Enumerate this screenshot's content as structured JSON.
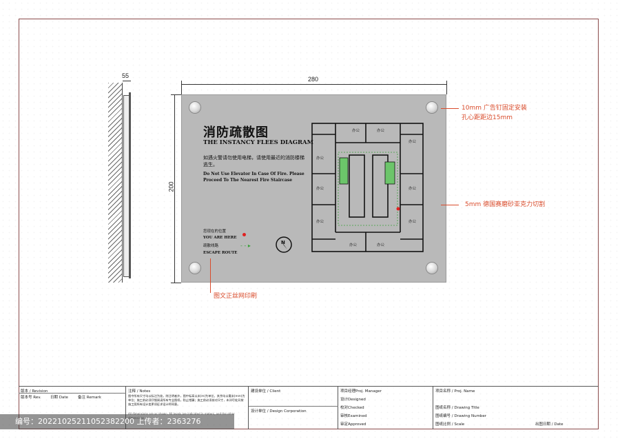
{
  "dimensions": {
    "side_width": "55",
    "panel_width": "280",
    "panel_height": "200"
  },
  "annotations": {
    "screw_line1": "10mm 广告钉固定安装",
    "screw_line2": "孔心距距边15mm",
    "acrylic": "5mm 德国赛磨砂亚克力切割",
    "print": "图文正丝网印刷"
  },
  "sign": {
    "title_cn": "消防疏散图",
    "title_en": "THE INSTANCY FLEES DIAGRAM",
    "warning_cn": "如遇火警请勿使用电梯，请使用最近的消防楼梯逃生。",
    "warning_en": "Do Not Use Elevator In Case Of Fire. Please Proceed To The Nearest Fire Staircase",
    "legend": {
      "here_cn": "您现在的位置",
      "here_en": "YOU ARE HERE",
      "route_cn": "疏散线路",
      "route_en": "ESCAPE ROUTE"
    },
    "rooms": [
      "办公",
      "办公",
      "办公",
      "办公",
      "办公",
      "办公",
      "办公",
      "办公",
      "办公",
      "办公"
    ],
    "compass": "N"
  },
  "title_block": {
    "revision": "版本 / Revision",
    "rev": "版本号 Rev.",
    "date": "日期 Date",
    "remark": "备注 Remark",
    "notes": "注释 / Notes",
    "notes_text": "图中所有尺寸均以标注为准，除注明者外，图中标高以米(m)为单位，其余均以毫米(mm)为单位；施工前必须仔细阅读所有专业图纸，防止错漏；施工前必须核对尺寸，未详尽处另按施工图所有设计变更须征求设计师同意。",
    "notes_en": "All dimensions are as shown. All levels are indicated in meters, and the other dimensions",
    "client": "建设单位 / Client",
    "design_corp": "设计单位 / Design Corporation",
    "proj_manager": "项目经理Proj. Manager",
    "designed": "设计Designed",
    "checked": "校对Checked",
    "examined": "审核Examined",
    "approved": "审定Approved",
    "proj_name": "项目名称 / Proj. Name",
    "drawing_title": "图纸名称 / Drawing Title",
    "drawing_number": "图纸编号 / Drawing Number",
    "scale": "图纸比例 / Scale",
    "date_out": "出图日期 / Date"
  },
  "watermark": "编号：20221025211052382200 上传者：2363276"
}
